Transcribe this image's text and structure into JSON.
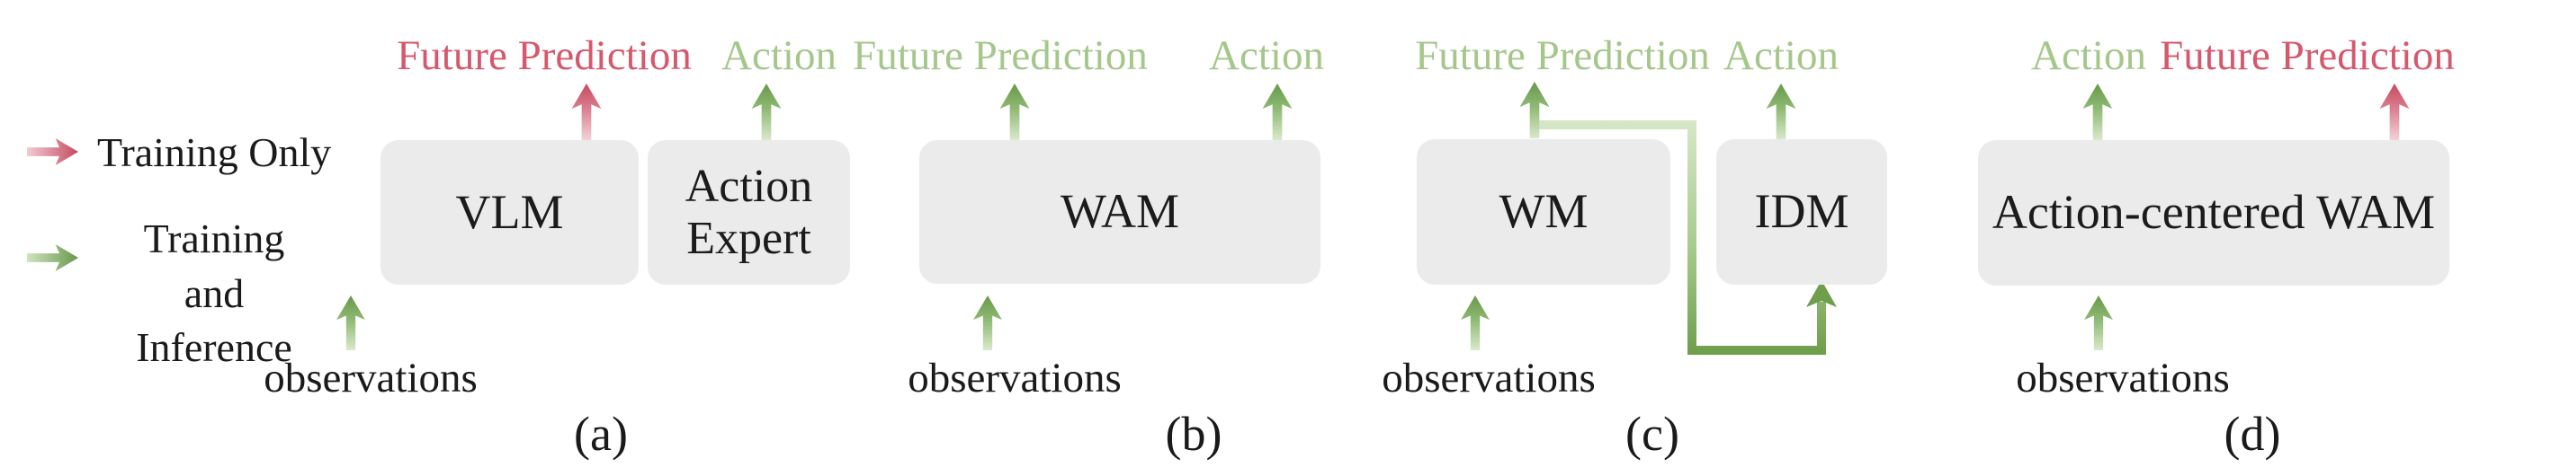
{
  "figure": {
    "legend": {
      "items": [
        {
          "id": "training-only",
          "label": "Training Only"
        },
        {
          "id": "training-and-inference",
          "label": "Training and\nInference"
        }
      ]
    },
    "panels": [
      {
        "caption": "(a)",
        "top_labels": [
          {
            "text": "Future Prediction",
            "type": "training_only"
          },
          {
            "text": "Action",
            "type": "training_and_inference"
          }
        ],
        "boxes": [
          {
            "label": "VLM"
          },
          {
            "label": "Action\nExpert"
          }
        ],
        "input_label": "observations"
      },
      {
        "caption": "(b)",
        "top_labels": [
          {
            "text": "Future Prediction",
            "type": "training_and_inference"
          },
          {
            "text": "Action",
            "type": "training_and_inference"
          }
        ],
        "boxes": [
          {
            "label": "WAM"
          }
        ],
        "input_label": "observations"
      },
      {
        "caption": "(c)",
        "top_labels": [
          {
            "text": "Future Prediction",
            "type": "training_and_inference"
          },
          {
            "text": "Action",
            "type": "training_and_inference"
          }
        ],
        "boxes": [
          {
            "label": "WM"
          },
          {
            "label": "IDM"
          }
        ],
        "connector": "future-prediction-to-idm",
        "input_label": "observations"
      },
      {
        "caption": "(d)",
        "top_labels": [
          {
            "text": "Action",
            "type": "training_and_inference"
          },
          {
            "text": "Future Prediction",
            "type": "training_only"
          }
        ],
        "boxes": [
          {
            "label": "Action-centered WAM"
          }
        ],
        "input_label": "observations"
      }
    ],
    "colors": {
      "training_only_text": "#d5586c",
      "training_only_arrow_dark": "#c64a5f",
      "training_only_arrow_pale": "#f2d2d7",
      "training_inference_text": "#a5c78b",
      "training_inference_arrow_dark": "#67984a",
      "training_inference_arrow_pale": "#d9e9cc",
      "connector_light": "#d8e8ca",
      "connector_dark": "#6f9f4c",
      "box_fill": "#ebebeb",
      "text_black": "#1a1a1a",
      "background": "#ffffff"
    }
  }
}
